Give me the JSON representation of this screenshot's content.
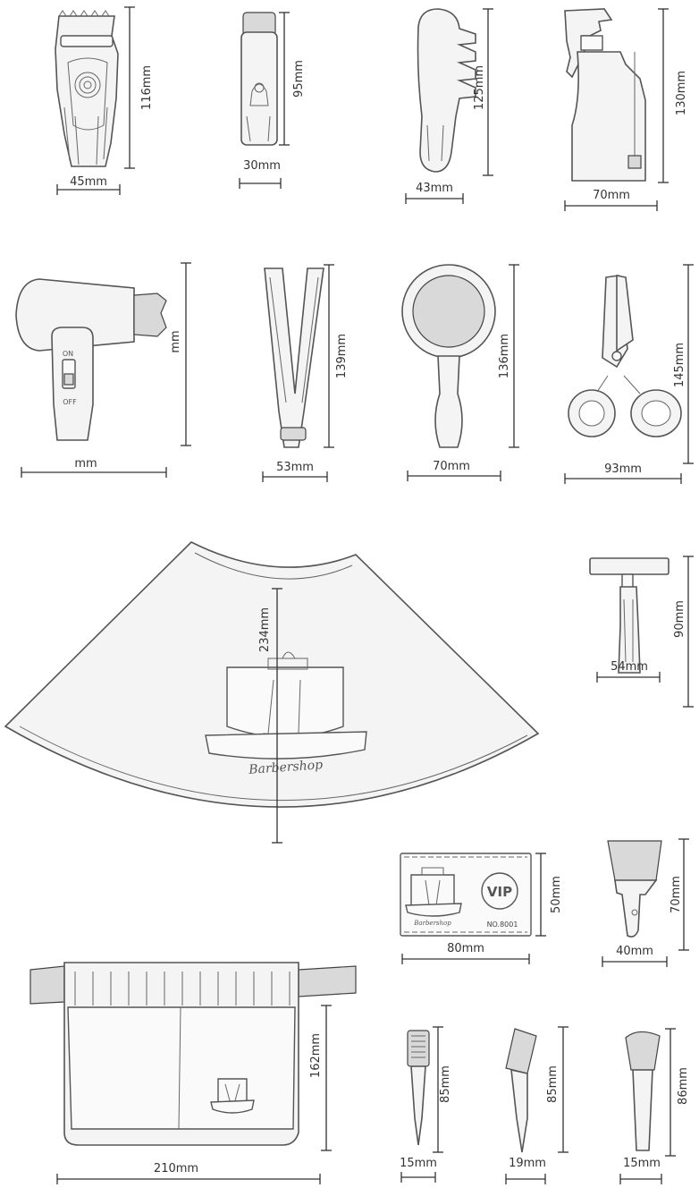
{
  "items": [
    {
      "name": "hair-clipper",
      "height": "116mm",
      "width": "45mm"
    },
    {
      "name": "spray-can",
      "height": "95mm",
      "width": "30mm"
    },
    {
      "name": "comb",
      "height": "125mm",
      "width": "43mm"
    },
    {
      "name": "spray-bottle",
      "height": "130mm",
      "width": "70mm"
    },
    {
      "name": "hair-dryer",
      "height": "mm",
      "width": "mm",
      "switch_on": "ON",
      "switch_off": "OFF"
    },
    {
      "name": "hair-straightener",
      "height": "139mm",
      "width": "53mm"
    },
    {
      "name": "hand-mirror",
      "height": "136mm",
      "width": "70mm"
    },
    {
      "name": "scissors",
      "height": "145mm",
      "width": "93mm"
    },
    {
      "name": "barber-cape",
      "height": "234mm",
      "logo_text": "Barbershop"
    },
    {
      "name": "razor",
      "height": "90mm",
      "width": "54mm"
    },
    {
      "name": "vip-card",
      "height": "50mm",
      "width": "80mm",
      "badge": "VIP",
      "number": "NO.8001",
      "logo_text": "Barbershop"
    },
    {
      "name": "neck-brush",
      "height": "70mm",
      "width": "40mm"
    },
    {
      "name": "tool-belt",
      "height": "162mm",
      "width": "210mm"
    },
    {
      "name": "small-comb-brush",
      "height": "85mm",
      "width": "15mm"
    },
    {
      "name": "toothbrush-comb",
      "height": "85mm",
      "width": "19mm"
    },
    {
      "name": "makeup-brush",
      "height": "86mm",
      "width": "15mm"
    }
  ]
}
